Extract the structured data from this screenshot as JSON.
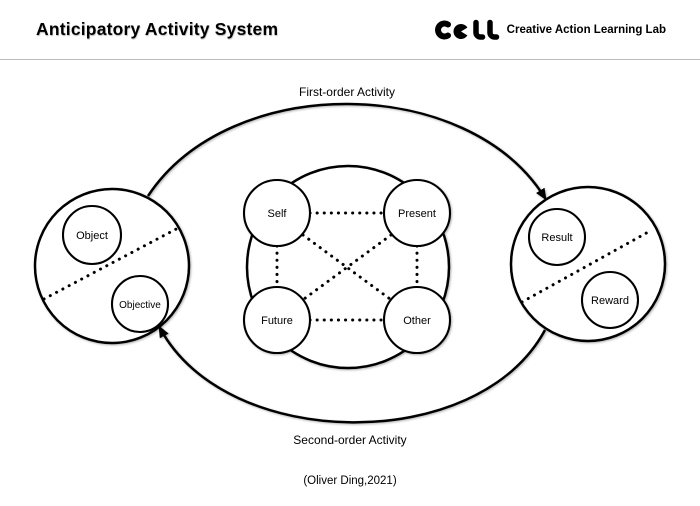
{
  "header": {
    "title": "Anticipatory Activity System",
    "logo": {
      "name": "CALL",
      "text": "Creative Action Learning Lab"
    }
  },
  "diagram": {
    "arrows": {
      "top_label": "First-order Activity",
      "bottom_label": "Second-order Activity"
    },
    "left_circle": {
      "top": "Object",
      "bottom": "Objective"
    },
    "center_circle": {
      "top_left": "Self",
      "top_right": "Present",
      "bottom_left": "Future",
      "bottom_right": "Other"
    },
    "right_circle": {
      "top": "Result",
      "bottom": "Reward"
    },
    "attribution": "(Oliver Ding,2021)",
    "colors": {
      "stroke": "#000000",
      "background": "#ffffff"
    }
  }
}
